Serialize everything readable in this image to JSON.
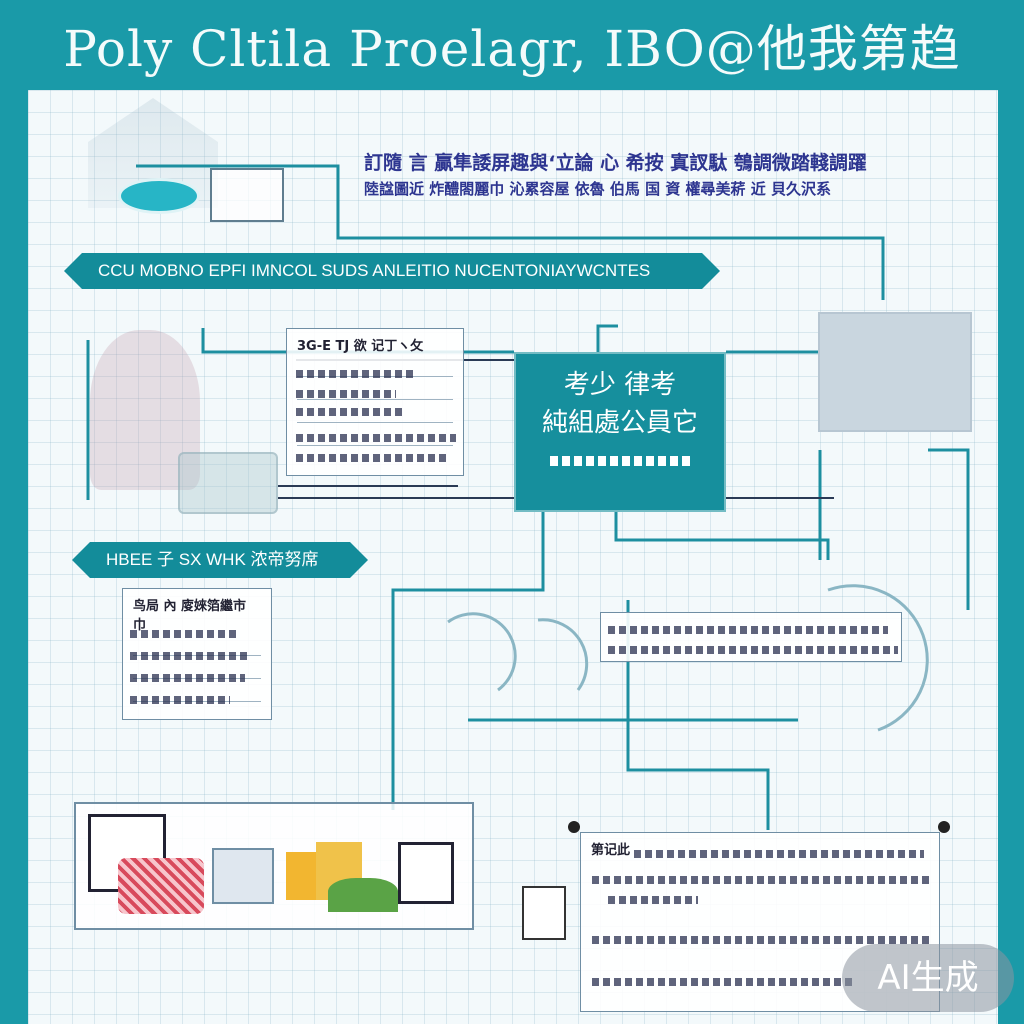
{
  "header": {
    "title": "Poly Cltila Proelagr, IBO@他我第趋"
  },
  "top_heading": {
    "line1": "訂隨 言 贏隼諉屏趣與‘立論 心 希按 寘訍駄 鴮調微踏輚調躍",
    "line2": "陸諡圖近 炸醴閤麗巾 沁累容屋 依魯 伯馬 国 資 權尋美菥 近 貝久沢系"
  },
  "banners": {
    "top": "CCU  MOBNO  EPFI IMNCOL SUDS ANLEITIO NUCENTONIAYWCNTES",
    "middle": "HBEE 子  SX WHK  浓帝努席"
  },
  "panels": {
    "upper_left_title": "3G-E TJ 欲 记丁ヽ攵",
    "lower_left_title": "鸟局 內 廀婡箔繼市 巾",
    "bottom_right_title": "第记此"
  },
  "center_box": {
    "line1": "考少 律考",
    "line2": "純組處公員它"
  },
  "watermark": "AI生成",
  "colors": {
    "frame": "#1a9aa8",
    "teal_box": "#168f9d",
    "heading": "#2d3590",
    "canvas": "#f3f9fb"
  }
}
